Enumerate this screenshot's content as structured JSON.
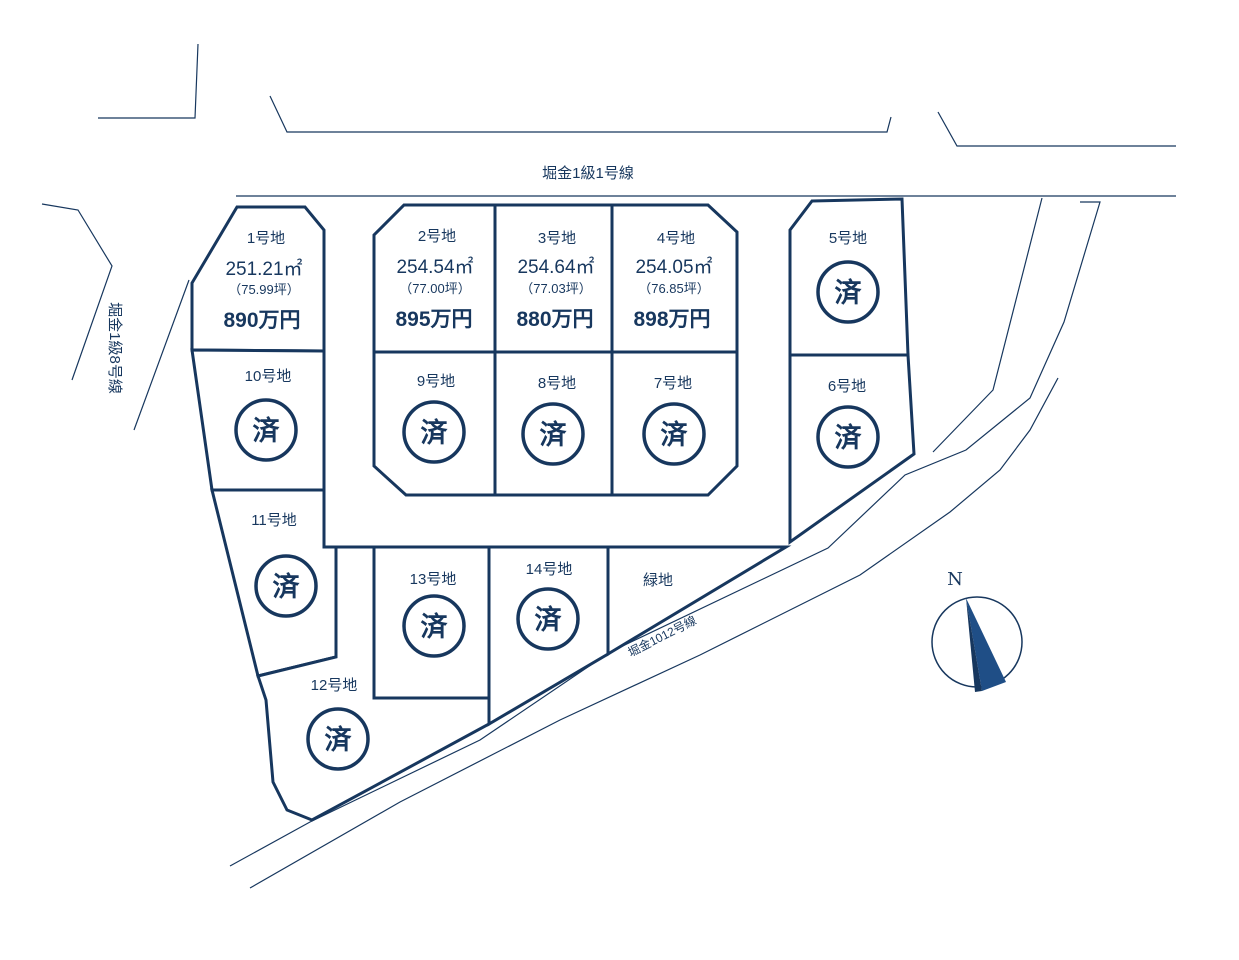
{
  "roads": {
    "north": "堀金1級1号線",
    "west": "堀金1級8号線",
    "south": "堀金1012号線"
  },
  "lots": [
    {
      "id": "1",
      "name": "1号地",
      "status": "available",
      "area": "251.21㎡",
      "tsubo": "（75.99坪）",
      "price": "890万円"
    },
    {
      "id": "2",
      "name": "2号地",
      "status": "available",
      "area": "254.54㎡",
      "tsubo": "（77.00坪）",
      "price": "895万円"
    },
    {
      "id": "3",
      "name": "3号地",
      "status": "available",
      "area": "254.64㎡",
      "tsubo": "（77.03坪）",
      "price": "880万円"
    },
    {
      "id": "4",
      "name": "4号地",
      "status": "available",
      "area": "254.05㎡",
      "tsubo": "（76.85坪）",
      "price": "898万円"
    },
    {
      "id": "5",
      "name": "5号地",
      "status": "sold"
    },
    {
      "id": "6",
      "name": "6号地",
      "status": "sold"
    },
    {
      "id": "7",
      "name": "7号地",
      "status": "sold"
    },
    {
      "id": "8",
      "name": "8号地",
      "status": "sold"
    },
    {
      "id": "9",
      "name": "9号地",
      "status": "sold"
    },
    {
      "id": "10",
      "name": "10号地",
      "status": "sold"
    },
    {
      "id": "11",
      "name": "11号地",
      "status": "sold"
    },
    {
      "id": "12",
      "name": "12号地",
      "status": "sold"
    },
    {
      "id": "13",
      "name": "13号地",
      "status": "sold"
    },
    {
      "id": "14",
      "name": "14号地",
      "status": "sold"
    },
    {
      "id": "green",
      "name": "緑地",
      "status": "green"
    }
  ],
  "sold_mark": "済",
  "compass": {
    "label": "N"
  },
  "colors": {
    "line": "#17375e",
    "background": "#ffffff"
  }
}
